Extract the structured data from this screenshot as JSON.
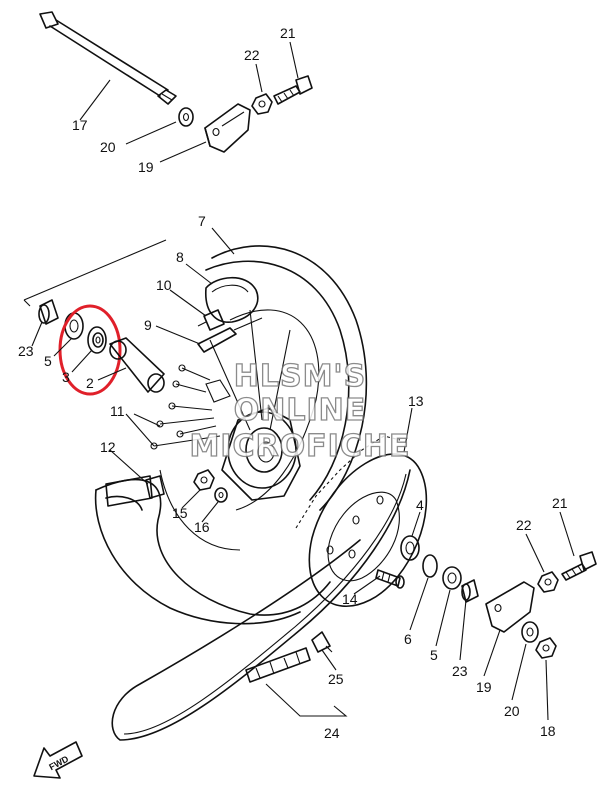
{
  "callouts": {
    "p17": "17",
    "p20a": "20",
    "p19a": "19",
    "p22a": "22",
    "p21a": "21",
    "p7": "7",
    "p8": "8",
    "p10": "10",
    "p9": "9",
    "p23a": "23",
    "p5a": "5",
    "p3": "3",
    "p2": "2",
    "p11": "11",
    "p12": "12",
    "p15": "15",
    "p16": "16",
    "p13": "13",
    "p4": "4",
    "p14": "14",
    "p6": "6",
    "p5b": "5",
    "p23b": "23",
    "p22b": "22",
    "p21b": "21",
    "p19b": "19",
    "p20b": "20",
    "p18": "18",
    "p25": "25",
    "p24": "24"
  },
  "watermark": {
    "line1": "HLSM'S",
    "line2": "ONLINE",
    "line3": "MICROFICHE"
  },
  "fwd_label": "FWD",
  "highlight_color": "#e0202a"
}
